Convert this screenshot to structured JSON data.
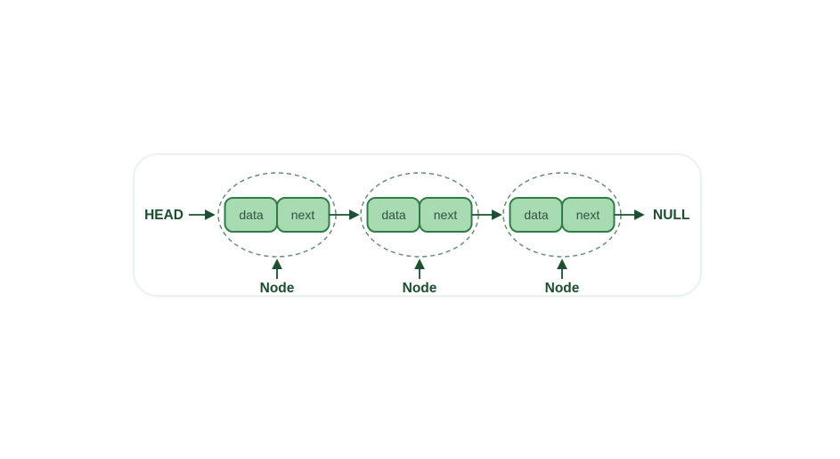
{
  "diagram": {
    "type": "singly-linked-list",
    "head_label": "HEAD",
    "null_label": "NULL",
    "nodes": [
      {
        "caption": "Node",
        "fields": [
          "data",
          "next"
        ]
      },
      {
        "caption": "Node",
        "fields": [
          "data",
          "next"
        ]
      },
      {
        "caption": "Node",
        "fields": [
          "data",
          "next"
        ]
      }
    ],
    "colors": {
      "cell_fill": "#a8dbb2",
      "cell_border": "#2f7d46",
      "cell_text": "#2f5340",
      "label_text": "#1a4f2f",
      "arrow": "#1b5130",
      "ellipse_dash": "#698c78",
      "card_border": "#ecf1f2",
      "background": "#ffffff"
    }
  }
}
